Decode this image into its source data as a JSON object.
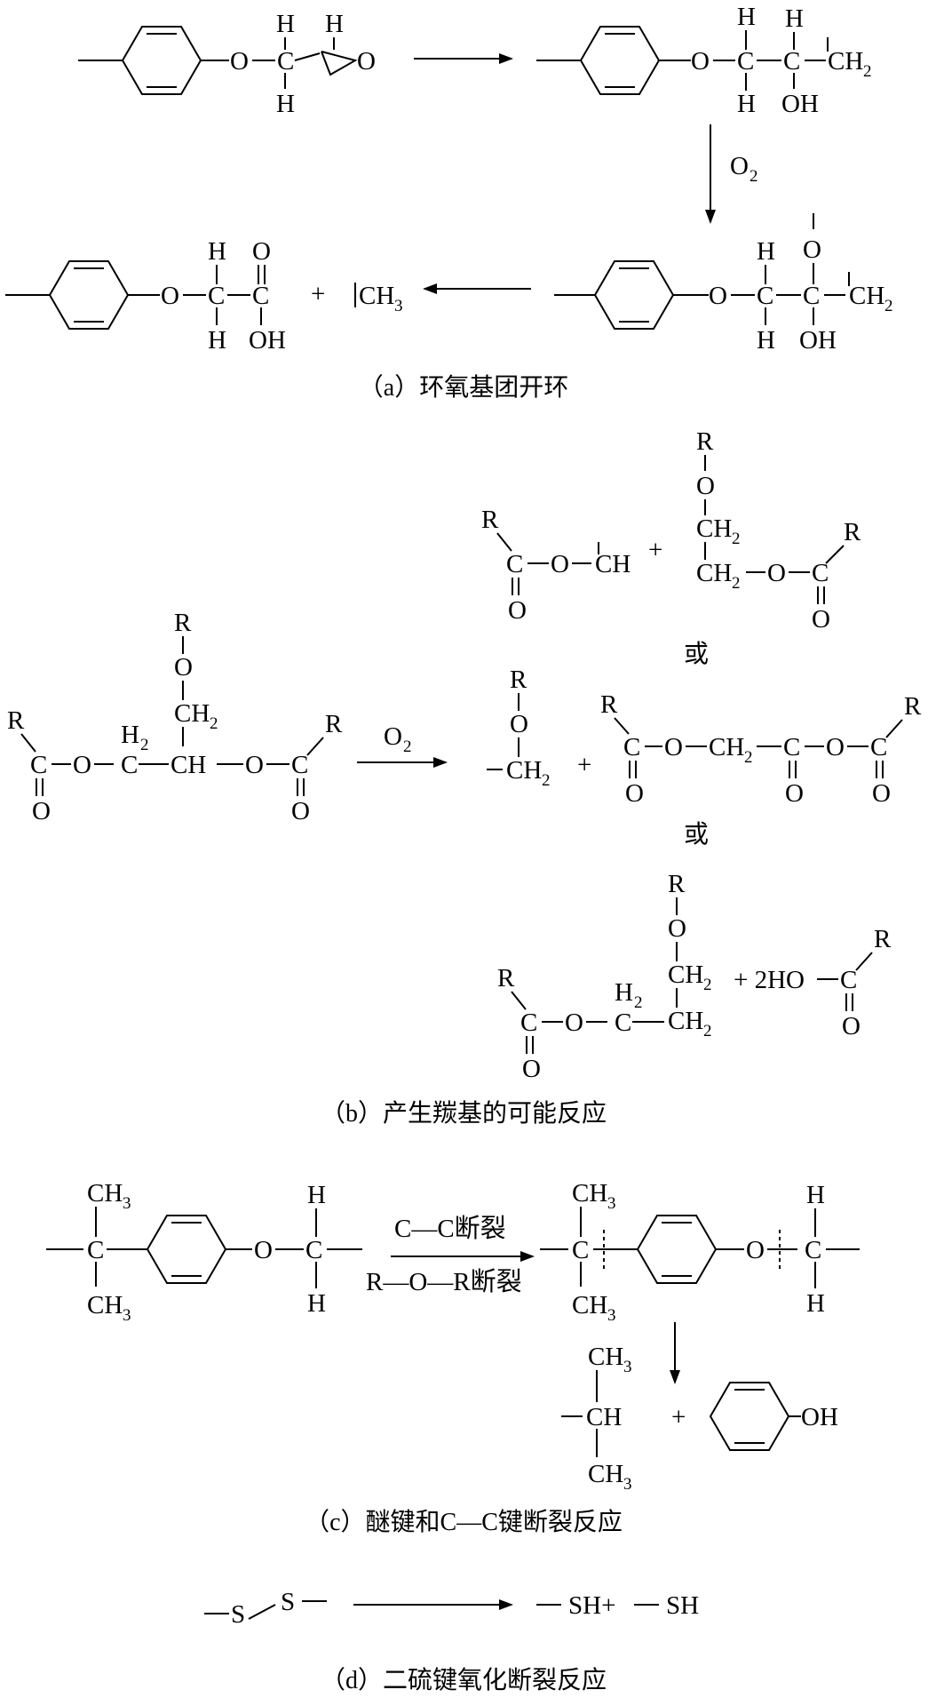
{
  "panel_a": {
    "reactant": {
      "o": "O",
      "c": "C",
      "h1": "H",
      "h2": "H",
      "h3": "H"
    },
    "intermediate": {
      "o": "O",
      "c1": "C",
      "c2": "C",
      "h1": "H",
      "h2": "H",
      "h3": "H",
      "ch2": "CH",
      "sub2": "2",
      "oh": "OH"
    },
    "oxidant": {
      "o": "O",
      "sub": "2"
    },
    "peroxide": {
      "o1": "O",
      "c1": "C",
      "c2": "C",
      "o2": "O",
      "h1": "H",
      "h2": "H",
      "ch2": "CH",
      "sub2": "2",
      "oh": "OH"
    },
    "product": {
      "o": "O",
      "c1": "C",
      "c2": "C",
      "h1": "H",
      "h2": "H",
      "dbo": "O",
      "oh": "OH",
      "plus": "+",
      "ch3": "CH",
      "sub3": "3"
    },
    "caption": "（a）环氧基团开环"
  },
  "panel_b": {
    "prod1": {
      "r1": "R",
      "c": "C",
      "o": "O",
      "o2": "O",
      "ch": "CH",
      "plus": "+",
      "r2": "R",
      "o3": "O",
      "ch2a": "CH",
      "sub2a": "2",
      "ch2b": "CH",
      "sub2b": "2",
      "o4": "O",
      "c2": "C",
      "r3": "R",
      "o5": "O"
    },
    "or1": "或",
    "reactant": {
      "r1": "R",
      "c1": "C",
      "o1": "O",
      "o2": "O",
      "h2": "H",
      "sub2": "2",
      "c2": "C",
      "ch": "CH",
      "o3": "O",
      "c3": "C",
      "r2": "R",
      "o4": "O",
      "r3": "R",
      "o5": "O",
      "ch2": "CH",
      "sub2b": "2"
    },
    "oxidant": {
      "o": "O",
      "sub": "2"
    },
    "prod2": {
      "r1": "R",
      "o1": "O",
      "ch2": "CH",
      "sub2": "2",
      "plus": "+",
      "r2": "R",
      "c1": "C",
      "o2": "O",
      "o3": "O",
      "ch2b": "CH",
      "sub2b": "2",
      "c2": "C",
      "o4": "O",
      "o5": "O",
      "c3": "C",
      "r3": "R",
      "o6": "O"
    },
    "or2": "或",
    "prod3": {
      "r1": "R",
      "c1": "C",
      "o1": "O",
      "o2": "O",
      "h2": "H",
      "sub2": "2",
      "c2": "C",
      "r2": "R",
      "o3": "O",
      "ch2a": "CH",
      "sub2a": "2",
      "ch2b": "CH",
      "sub2b": "2",
      "plus_ho": "+ 2HO",
      "c3": "C",
      "r3": "R",
      "o4": "O"
    },
    "caption": "（b）产生羰基的可能反应"
  },
  "panel_c": {
    "reactant": {
      "ch3a": "CH",
      "sub3a": "3",
      "c1": "C",
      "ch3b": "CH",
      "sub3b": "3",
      "o": "O",
      "c2": "C",
      "h1": "H",
      "h2": "H"
    },
    "arrow_top": "C—C断裂",
    "arrow_bottom": "R—O—R断裂",
    "intermediate": {
      "ch3a": "CH",
      "sub3a": "3",
      "c1": "C",
      "ch3b": "CH",
      "sub3b": "3",
      "o": "O",
      "c2": "C",
      "h1": "H",
      "h2": "H"
    },
    "product": {
      "ch3a": "CH",
      "sub3a": "3",
      "ch": "CH",
      "ch3b": "CH",
      "sub3b": "3",
      "plus": "+",
      "oh": "OH"
    },
    "caption": "（c）醚键和C—C键断裂反应"
  },
  "panel_d": {
    "s1": "S",
    "s2": "S",
    "sh1": "SH+",
    "sh2": "SH",
    "caption": "（d）二硫键氧化断裂反应"
  }
}
